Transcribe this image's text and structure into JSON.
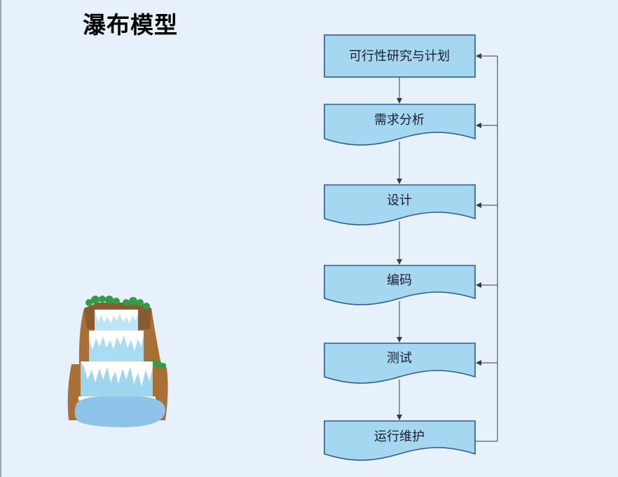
{
  "title": "瀑布模型",
  "colors": {
    "background": "#e6f1fb",
    "box_fill": "#a5d8f0",
    "box_stroke": "#2e5a92",
    "connector": "#3a3a3a"
  },
  "steps": [
    {
      "label": "可行性研究与计划",
      "shape": "rectangle"
    },
    {
      "label": "需求分析",
      "shape": "document"
    },
    {
      "label": "设计",
      "shape": "document"
    },
    {
      "label": "编码",
      "shape": "document"
    },
    {
      "label": "测试",
      "shape": "document"
    },
    {
      "label": "运行维护",
      "shape": "document"
    }
  ],
  "illustration": "waterfall-icon"
}
